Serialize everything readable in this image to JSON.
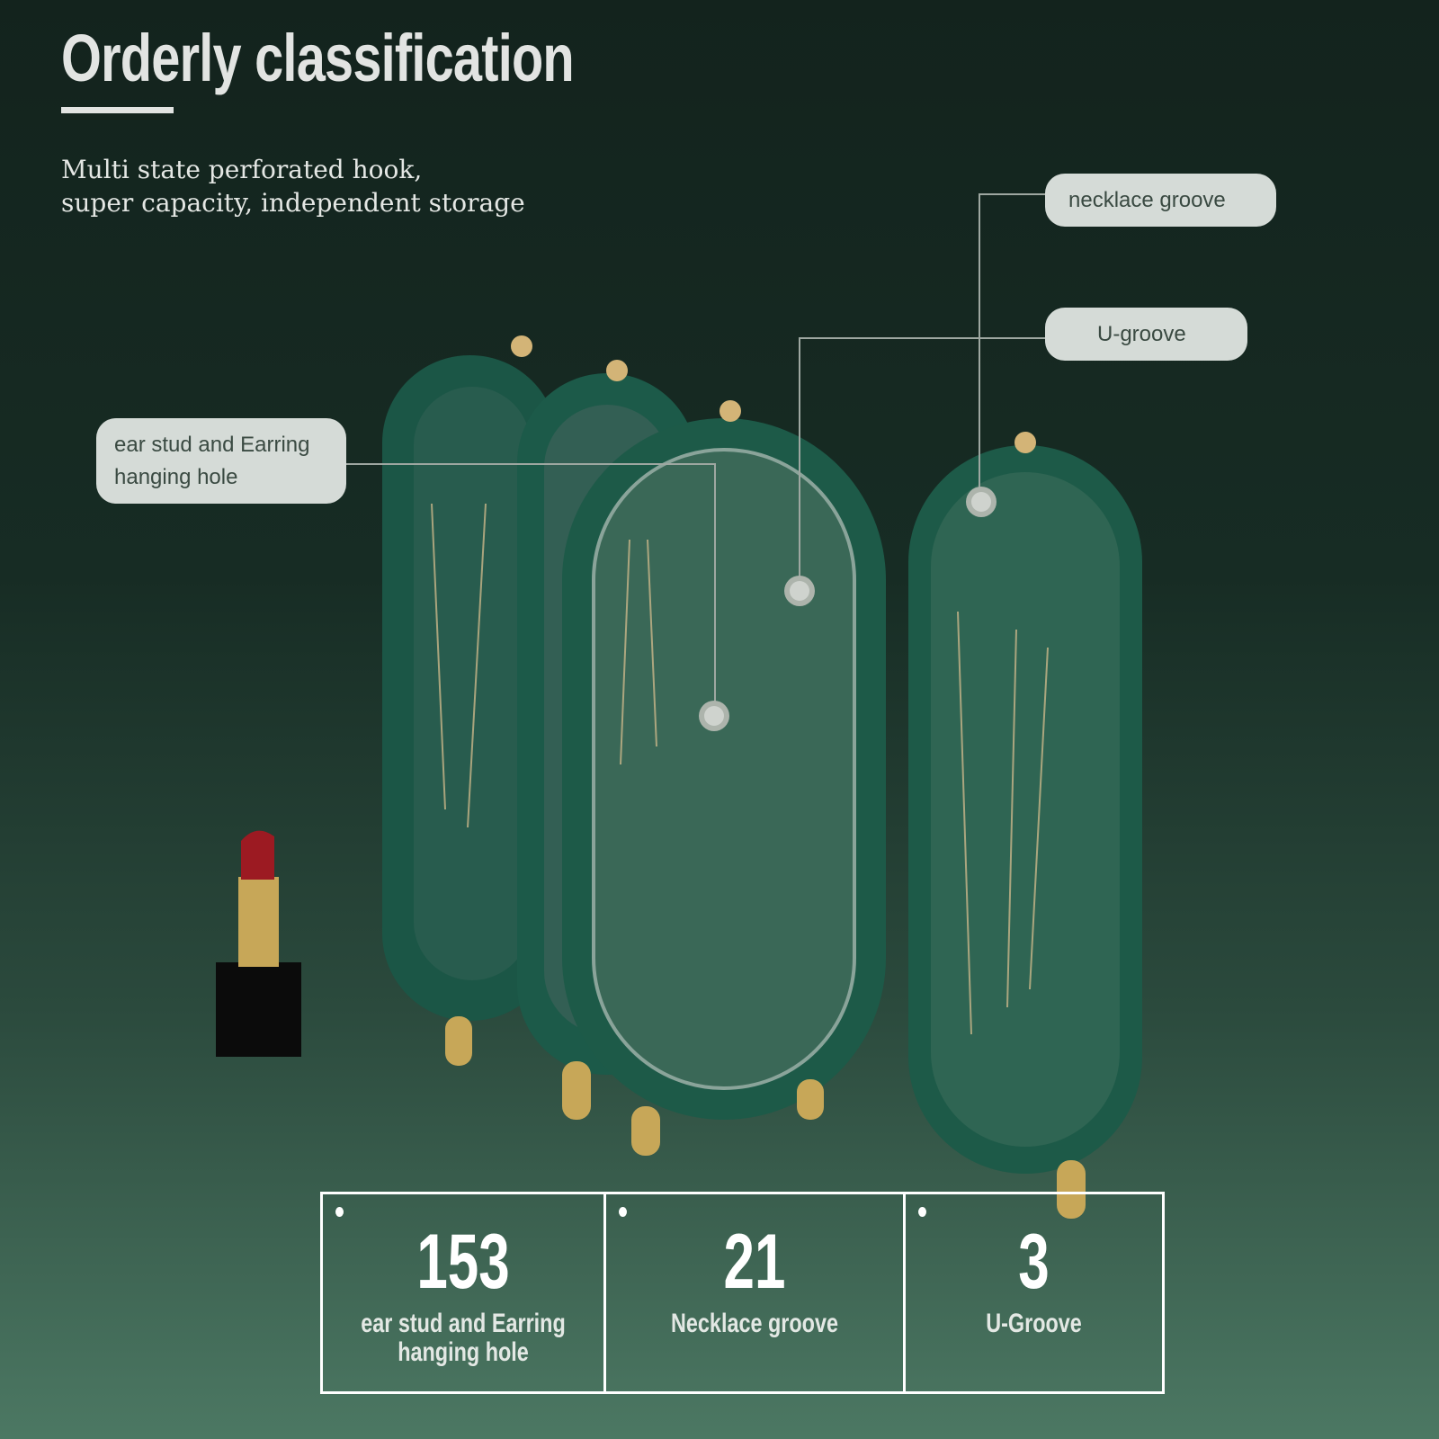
{
  "header": {
    "title": "Orderly classification",
    "subtitle_line1": "Multi state perforated hook,",
    "subtitle_line2": "super capacity, independent storage"
  },
  "callouts": {
    "necklace": "necklace groove",
    "ugroove": "U-groove",
    "ear_line1": "ear stud and Earring",
    "ear_line2": "hanging hole"
  },
  "stats": [
    {
      "value": "153",
      "label_line1": "ear stud and Earring",
      "label_line2": "hanging hole"
    },
    {
      "value": "21",
      "label_line1": "Necklace groove",
      "label_line2": ""
    },
    {
      "value": "3",
      "label_line1": "U-Groove",
      "label_line2": ""
    }
  ],
  "colors": {
    "box_green": "#1d5a48",
    "gold": "#c9a862",
    "lipstick": "#9c1a22"
  }
}
